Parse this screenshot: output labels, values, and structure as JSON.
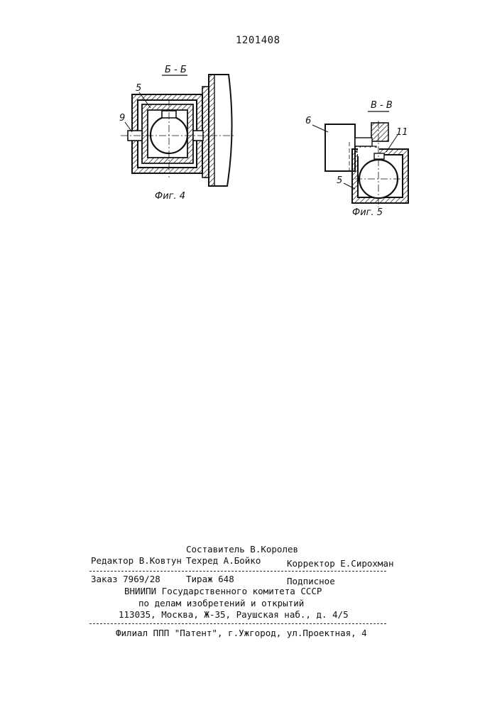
{
  "page_number": "1201408",
  "figures": {
    "fig4": {
      "section_label": "Б - Б",
      "caption": "Фиг. 4",
      "callouts": [
        "5",
        "9"
      ]
    },
    "fig5": {
      "section_label": "В - В",
      "caption": "Фиг. 5",
      "callouts": [
        "6",
        "11",
        "5"
      ]
    }
  },
  "imprint": {
    "compiler": "Составитель В.Королев",
    "editor": "Редактор В.Ковтун",
    "techred": "Техред А.Бойко",
    "corrector": "Корректор Е.Сирохман",
    "order": "Заказ 7969/28",
    "circulation": "Тираж 648",
    "subscription": "Подписное",
    "org_line1": "ВНИИПИ Государственного комитета СССР",
    "org_line2": "по делам изобретений и открытий",
    "address": "113035, Москва, Ж-35, Раушская наб., д. 4/5",
    "branch": "Филиал ППП \"Патент\", г.Ужгород, ул.Проектная, 4"
  }
}
